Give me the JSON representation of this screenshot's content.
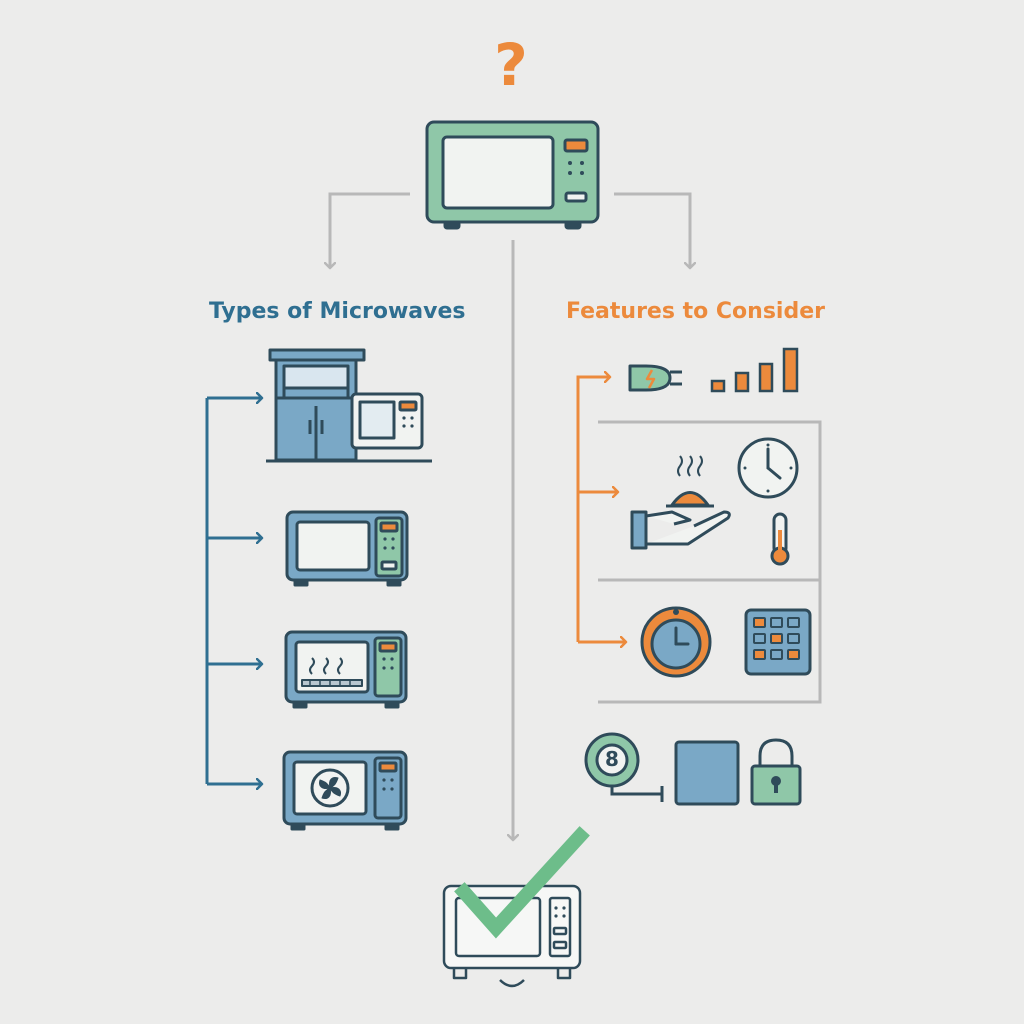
{
  "diagram": {
    "question_mark": "?",
    "left_heading": "Types of Microwaves",
    "right_heading": "Features to Consider",
    "ball_label": "8"
  },
  "colors": {
    "background": "#ececeb",
    "blue": "#2f6f91",
    "orange": "#ec8a3c",
    "green": "#6dbd8a",
    "light_blue": "#7aa8c6",
    "gray": "#b8b8b8",
    "outline": "#2f4b5a"
  },
  "icons": {
    "top": "microwave-icon",
    "types": [
      "over-the-range-microwave-icon",
      "countertop-microwave-icon",
      "grill-microwave-icon",
      "convection-microwave-icon"
    ],
    "features": [
      "power-plug-icon",
      "power-level-bars-icon",
      "reheat-hand-icon",
      "clock-icon",
      "thermometer-icon",
      "timer-dial-icon",
      "keypad-icon",
      "sensor-ball-icon",
      "square-icon",
      "lock-icon"
    ],
    "result": "checked-microwave-icon"
  }
}
